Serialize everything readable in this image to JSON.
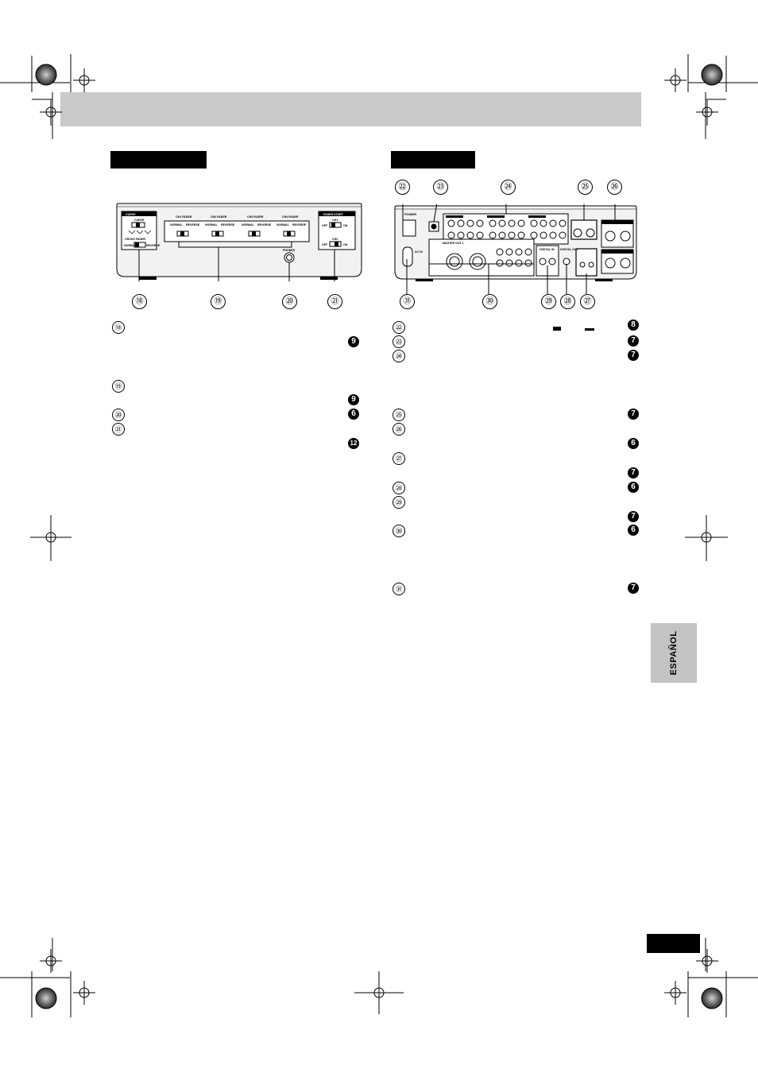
{
  "header": {
    "band_color": "#c9c9c9"
  },
  "front_callouts": [
    "⑱",
    "⑲",
    "⑳",
    "㉑"
  ],
  "rear_callouts_top": [
    "㉒",
    "㉓",
    "㉔",
    "㉕",
    "㉖"
  ],
  "rear_callouts_bottom": [
    "㉛",
    "㉚",
    "㉙",
    "㉘",
    "㉗"
  ],
  "front_list": [
    {
      "num": "⑱",
      "ref": "9"
    },
    {
      "num": "⑲",
      "ref": "9"
    },
    {
      "num": "⑳",
      "ref": "6"
    },
    {
      "num": "㉑",
      "ref": "12"
    }
  ],
  "rear_list": [
    {
      "num": "㉒",
      "ref": "8"
    },
    {
      "num": "㉓",
      "ref": "7"
    },
    {
      "num": "㉔",
      "ref": "7"
    },
    {
      "num": "㉕",
      "ref": "7"
    },
    {
      "num": "㉖",
      "ref": "6"
    },
    {
      "num": "㉗",
      "ref": "7"
    },
    {
      "num": "㉘",
      "ref": "6"
    },
    {
      "num": "㉙",
      "ref": "7"
    },
    {
      "num": "㉚",
      "ref": "6"
    },
    {
      "num": "㉛",
      "ref": "7"
    }
  ],
  "front_panel": {
    "curve_box_title": "CURVE",
    "curve_label": "CURVE",
    "cross_label": "CROSS FADER",
    "cross_left": "NORMAL",
    "cross_right": "REVERSE",
    "faders": [
      {
        "title": "CH1 FADER",
        "left": "NORMAL",
        "right": "REVERSE"
      },
      {
        "title": "CH2 FADER",
        "left": "NORMAL",
        "right": "REVERSE"
      },
      {
        "title": "CH3 FADER",
        "left": "NORMAL",
        "right": "REVERSE"
      },
      {
        "title": "CH4 FADER",
        "left": "NORMAL",
        "right": "REVERSE"
      }
    ],
    "phones_label": "PHONES",
    "fader_start_title": "FADER START",
    "ch1": "CH1",
    "ch2": "CH2",
    "off": "OFF",
    "on": "ON"
  },
  "rear_panel": {
    "power_label": "POWER",
    "ac_in": "AC IN",
    "master_out": "MASTER OUT 1",
    "digital_in": "DIGITAL IN",
    "digital_out": "DIGITAL OUT"
  },
  "language_tab": "ESPAÑOL"
}
